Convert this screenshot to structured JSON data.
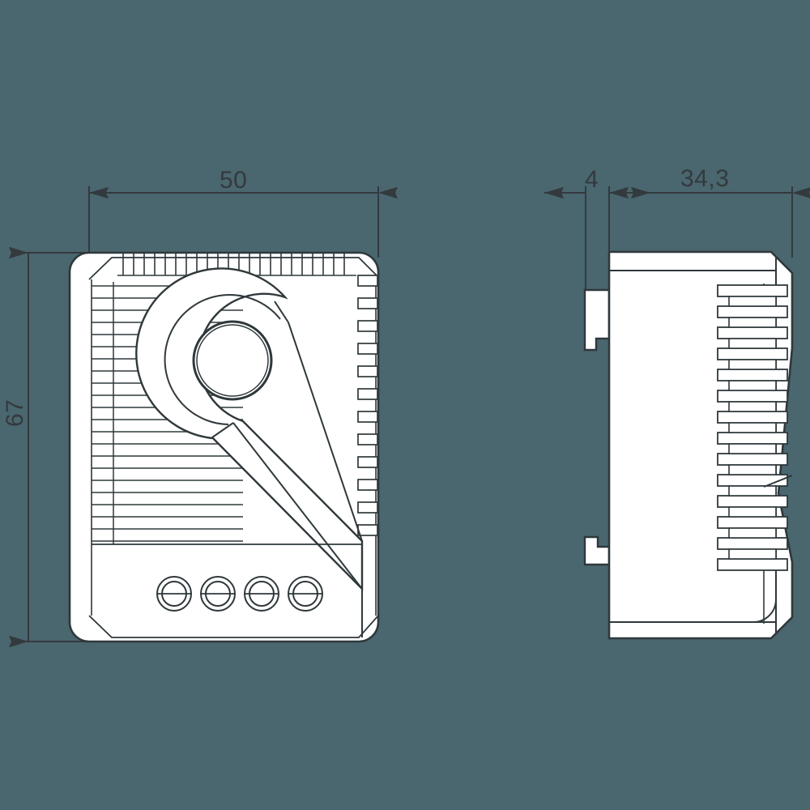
{
  "drawing": {
    "title": "Enclosure thermostat - dimensional drawing",
    "background_color": "#4a666f",
    "line_color": "#2f383b",
    "fill_color": "#ffffff",
    "units": "mm"
  },
  "dimensions": {
    "width": {
      "value": "50",
      "label": "50",
      "view": "front",
      "orientation": "horizontal"
    },
    "height": {
      "value": "67",
      "label": "67",
      "view": "front",
      "orientation": "vertical"
    },
    "clip_depth": {
      "value": "4",
      "label": "4",
      "view": "side",
      "orientation": "horizontal"
    },
    "body_depth": {
      "value": "34,3",
      "label": "34,3",
      "view": "side",
      "orientation": "horizontal"
    }
  },
  "views": {
    "front": {
      "name": "front-view",
      "features": [
        "rounded-rectangle-body",
        "top-vent-slots",
        "left-vent-slots",
        "right-vent-slots",
        "rotary-knob",
        "knob-ring-housing",
        "diagonal-indicator-lines",
        "terminal-screws"
      ],
      "terminal_screw_count": 4
    },
    "side": {
      "name": "side-view",
      "features": [
        "din-clip-upper",
        "din-clip-lower",
        "body-profile",
        "chamfered-top-corner",
        "horizontal-vent-slots"
      ]
    }
  }
}
